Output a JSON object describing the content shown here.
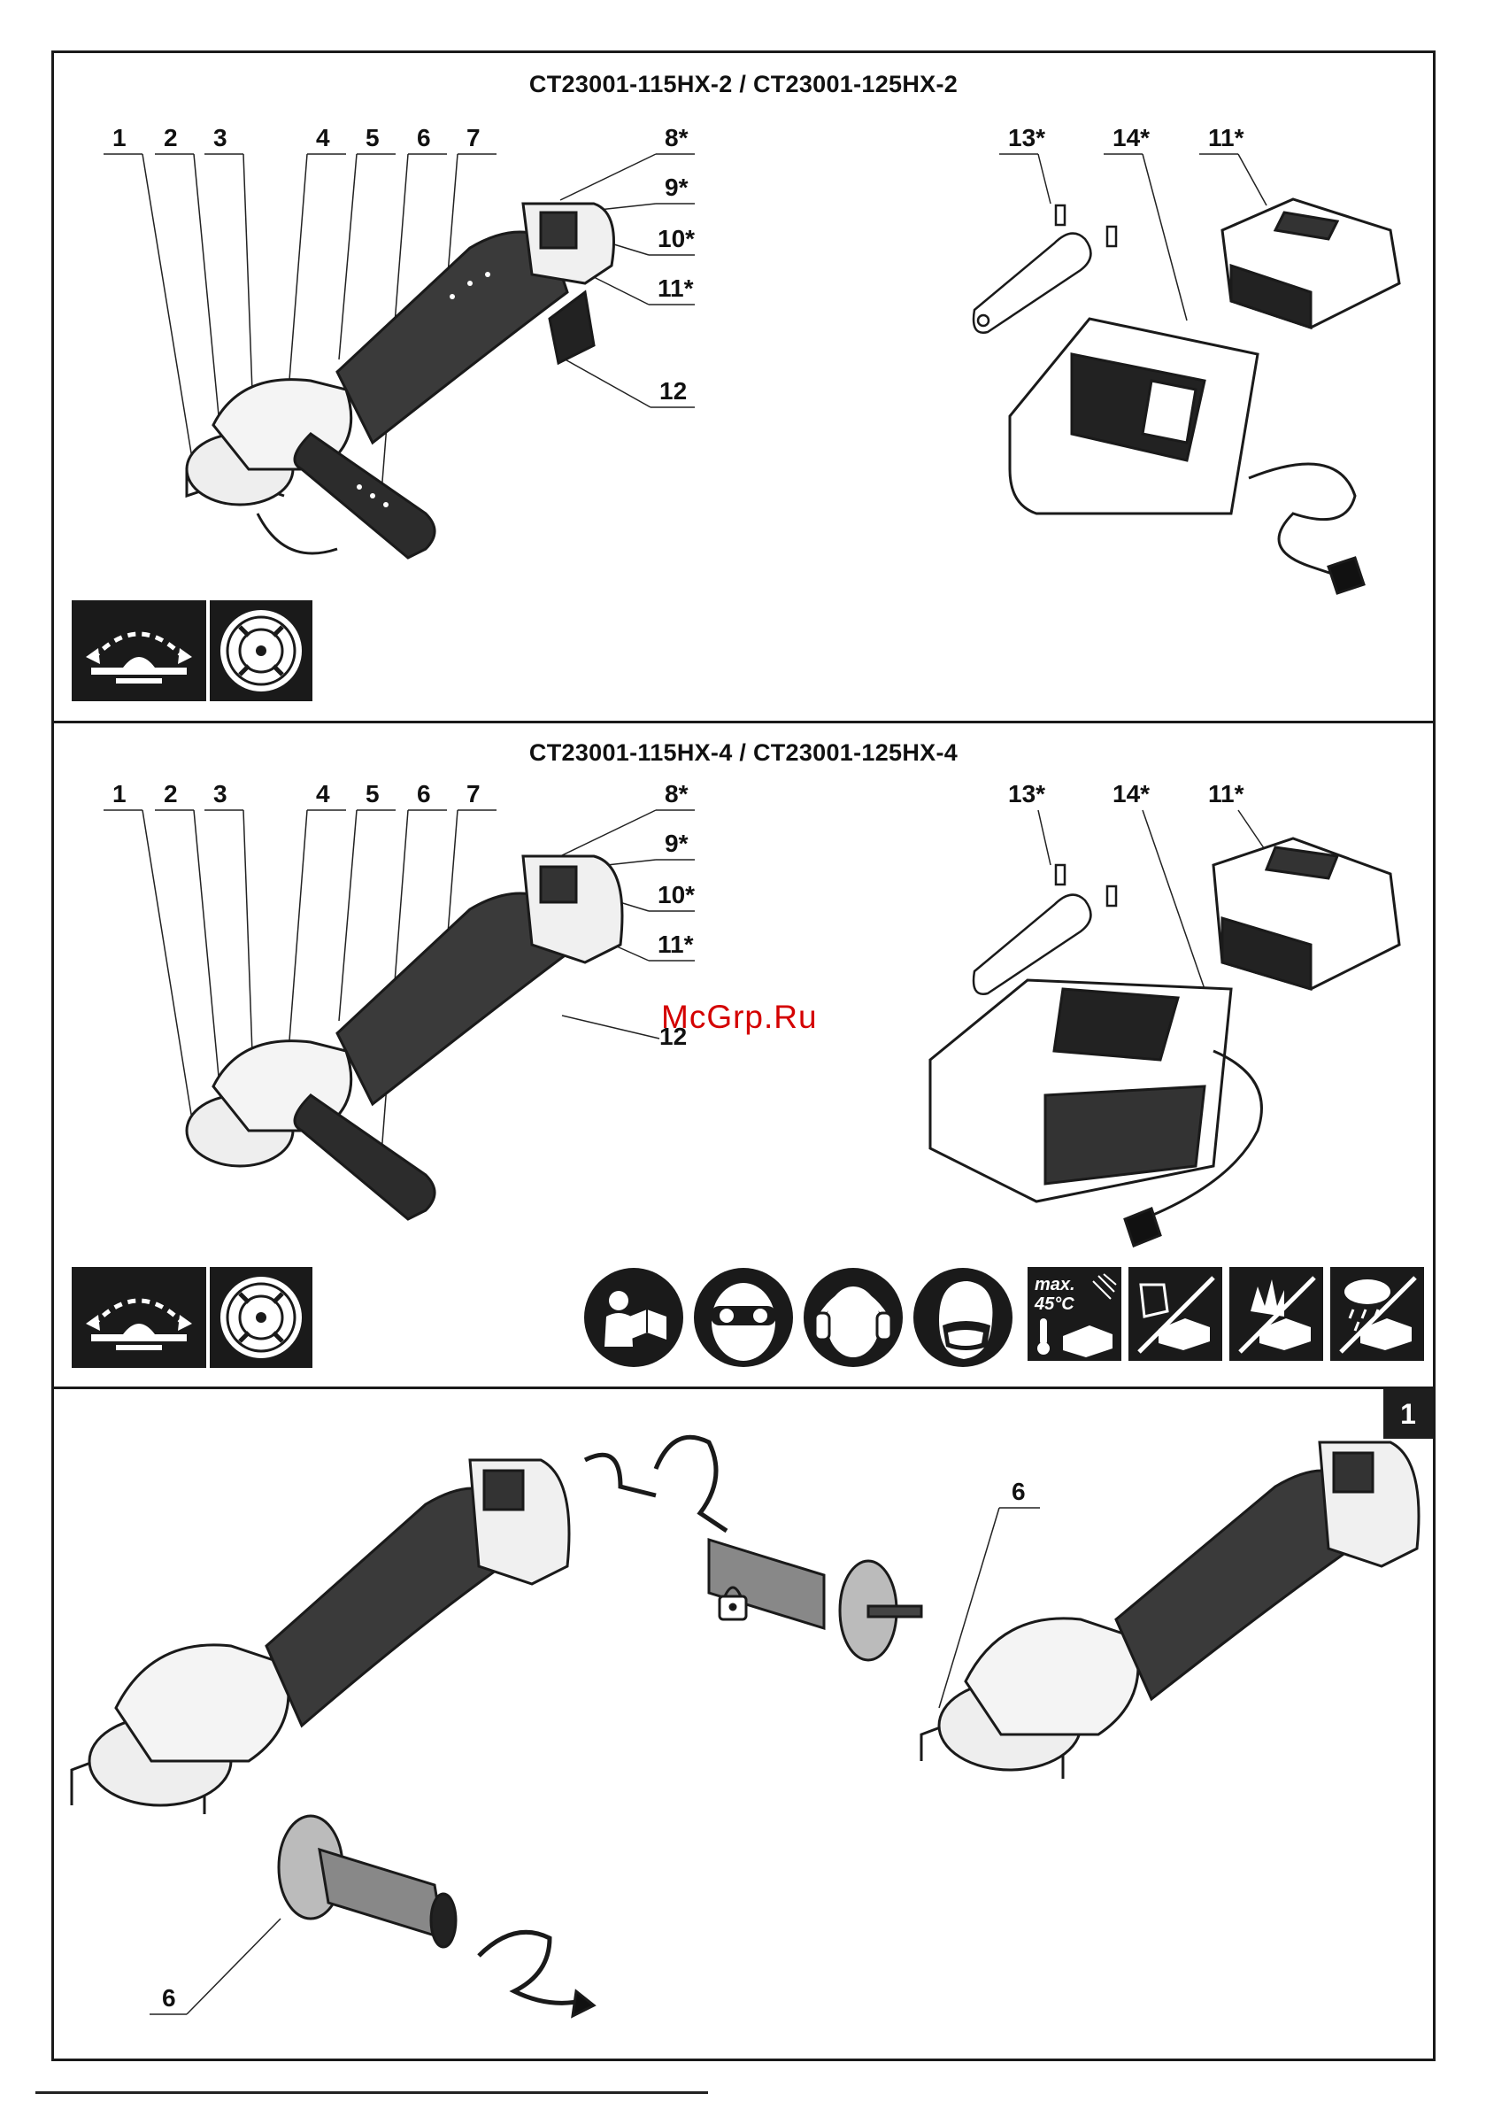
{
  "panel1": {
    "title": "CT23001-115HX-2 / CT23001-125HX-2",
    "callouts": [
      "1",
      "2",
      "3",
      "4",
      "5",
      "6",
      "7",
      "8*",
      "9*",
      "10*",
      "11*",
      "12",
      "13*",
      "14*",
      "11*"
    ]
  },
  "panel2": {
    "title": "CT23001-115HX-4 / CT23001-125HX-4",
    "callouts": [
      "1",
      "2",
      "3",
      "4",
      "5",
      "6",
      "7",
      "8*",
      "9*",
      "10*",
      "11*",
      "12",
      "13*",
      "14*",
      "11*"
    ],
    "temp_label": "max.\n45°C",
    "temp_line1": "max.",
    "temp_line2": "45°C"
  },
  "panel3": {
    "figure_number": "1",
    "callout_left": "6",
    "callout_right": "6"
  },
  "watermark": "McGrp.Ru",
  "icons": [
    "swivel-guard-icon",
    "brake-disc-icon",
    "read-manual-icon",
    "eye-protection-icon",
    "ear-protection-icon",
    "dust-mask-icon",
    "max-temperature-icon",
    "no-water-battery-icon",
    "no-fire-battery-icon",
    "no-rain-battery-icon"
  ]
}
